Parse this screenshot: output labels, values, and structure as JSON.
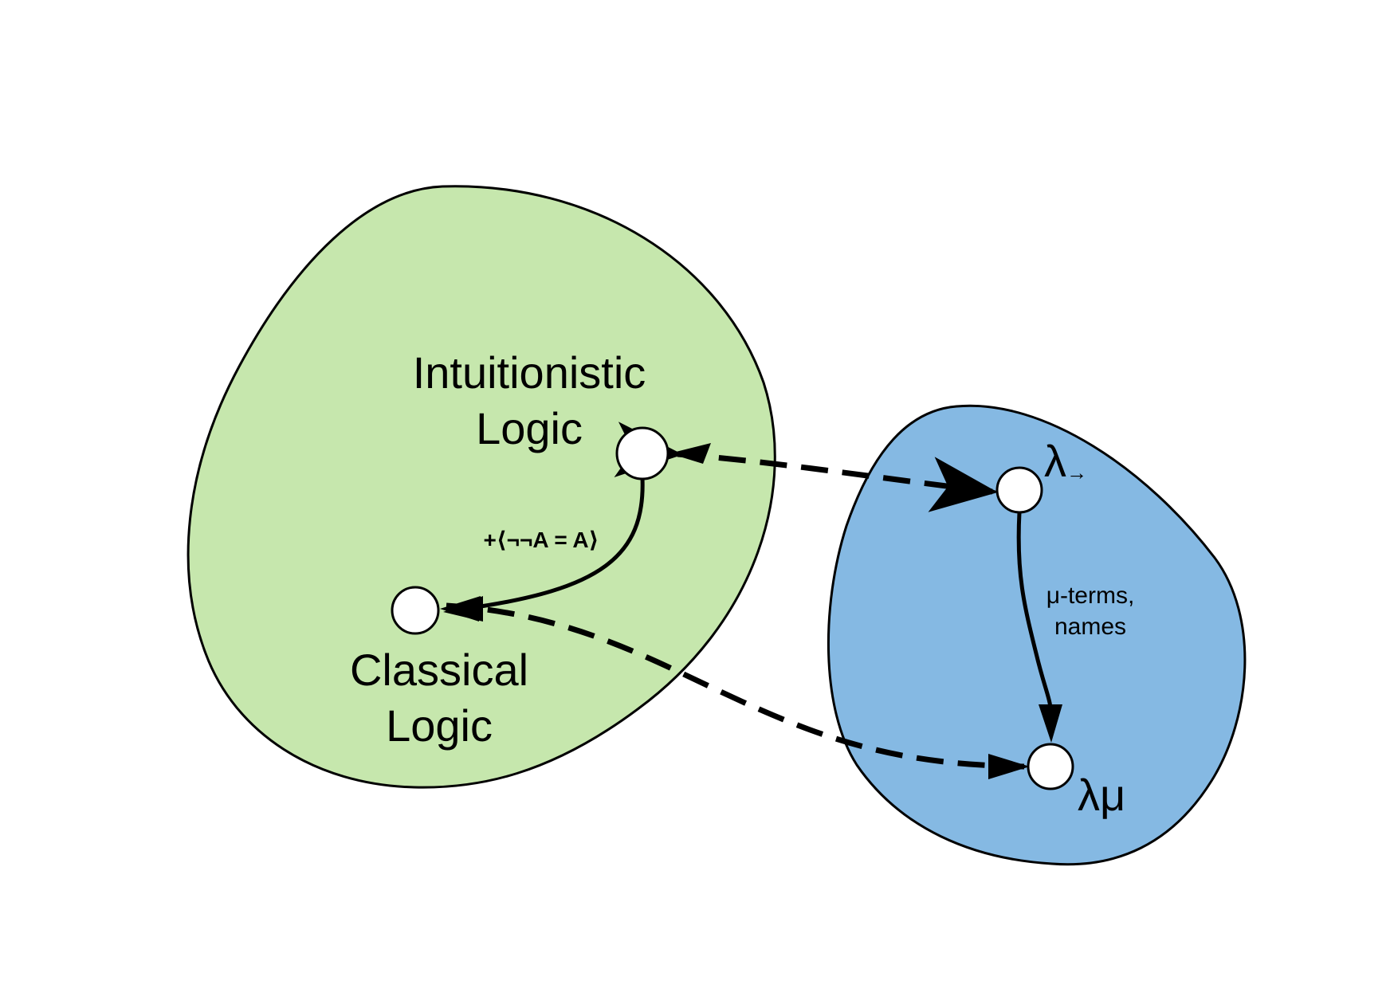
{
  "colors": {
    "logic_region": "#c6e7ad",
    "lambda_region": "#85b9e3",
    "stroke": "#000000",
    "node_fill": "#ffffff"
  },
  "nodes": {
    "intuitionistic": {
      "line1": "Intuitionistic",
      "line2": "Logic"
    },
    "classical": {
      "line1": "Classical",
      "line2": "Logic"
    },
    "lambda_arrow": {
      "symbol": "λ",
      "subscript": "→"
    },
    "lambda_mu": {
      "label": "λμ"
    }
  },
  "edges": {
    "double_negation": {
      "label": "+⟨¬¬A = A⟩"
    },
    "mu_terms": {
      "line1": "μ-terms,",
      "line2": "names"
    }
  }
}
